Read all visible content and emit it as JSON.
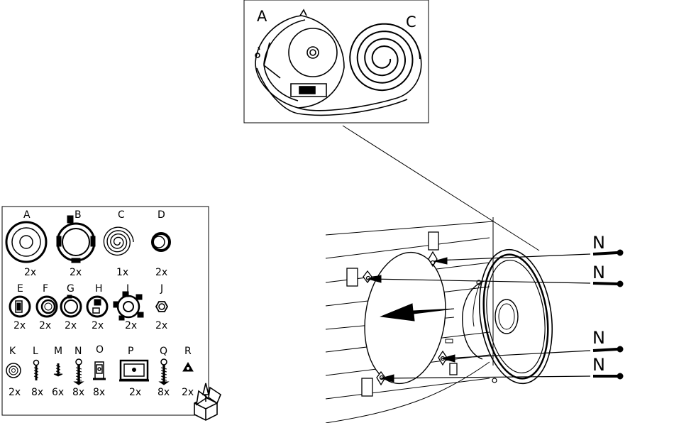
{
  "detail": {
    "letter_a": "A",
    "letter_c": "C"
  },
  "parts": [
    {
      "key": "a",
      "letter": "A",
      "qty": "2x"
    },
    {
      "key": "b",
      "letter": "B",
      "qty": "2x"
    },
    {
      "key": "c",
      "letter": "C",
      "qty": "1x"
    },
    {
      "key": "d",
      "letter": "D",
      "qty": "2x"
    },
    {
      "key": "e",
      "letter": "E",
      "qty": "2x"
    },
    {
      "key": "f",
      "letter": "F",
      "qty": "2x"
    },
    {
      "key": "g",
      "letter": "G",
      "qty": "2x"
    },
    {
      "key": "h",
      "letter": "H",
      "qty": "2x"
    },
    {
      "key": "i",
      "letter": "I",
      "qty": "2x"
    },
    {
      "key": "j",
      "letter": "J",
      "qty": "2x"
    },
    {
      "key": "k",
      "letter": "K",
      "qty": "2x"
    },
    {
      "key": "l",
      "letter": "L",
      "qty": "8x"
    },
    {
      "key": "m",
      "letter": "M",
      "qty": "6x"
    },
    {
      "key": "n",
      "letter": "N",
      "qty": "8x"
    },
    {
      "key": "o",
      "letter": "O",
      "qty": "8x"
    },
    {
      "key": "p",
      "letter": "P",
      "qty": "2x"
    },
    {
      "key": "q",
      "letter": "Q",
      "qty": "8x"
    },
    {
      "key": "r",
      "letter": "R",
      "qty": "2x"
    }
  ],
  "callouts": [
    "N",
    "N",
    "N",
    "N"
  ]
}
